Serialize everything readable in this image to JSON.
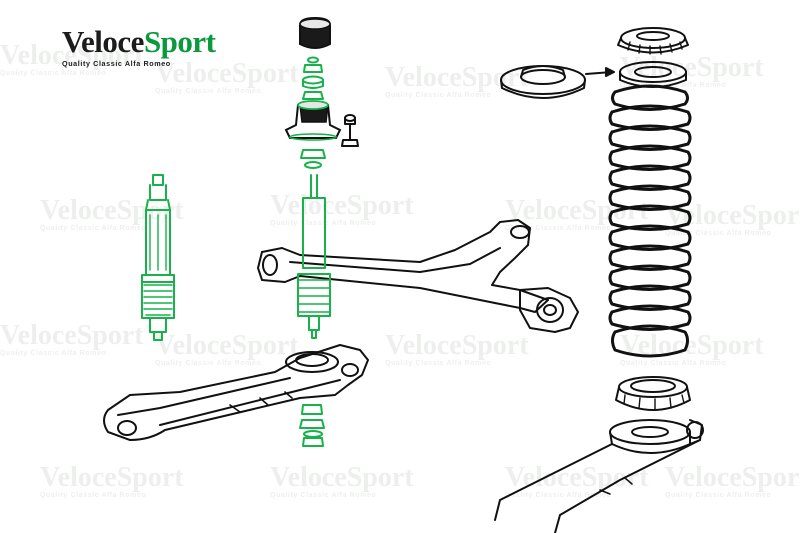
{
  "logo": {
    "word_first": "Veloce",
    "word_second": "Sport",
    "tagline": "Quality Classic Alfa Romeo",
    "colors": {
      "dark": "#1c1c1c",
      "green": "#0a9a3e"
    }
  },
  "watermark": {
    "text": "VeloceSport",
    "subtext": "Quality Classic Alfa Romeo"
  },
  "diagram": {
    "highlight_color": "#17b24a",
    "line_color": "#111111",
    "parts": [
      "shock-absorber",
      "shock-top-cap",
      "shock-mount-bushings",
      "shock-upper-mount",
      "mount-bolt",
      "upper-wishbone",
      "lower-wishbone",
      "coil-spring",
      "spring-top-seat",
      "spring-insulator",
      "spring-bottom-seat"
    ]
  }
}
